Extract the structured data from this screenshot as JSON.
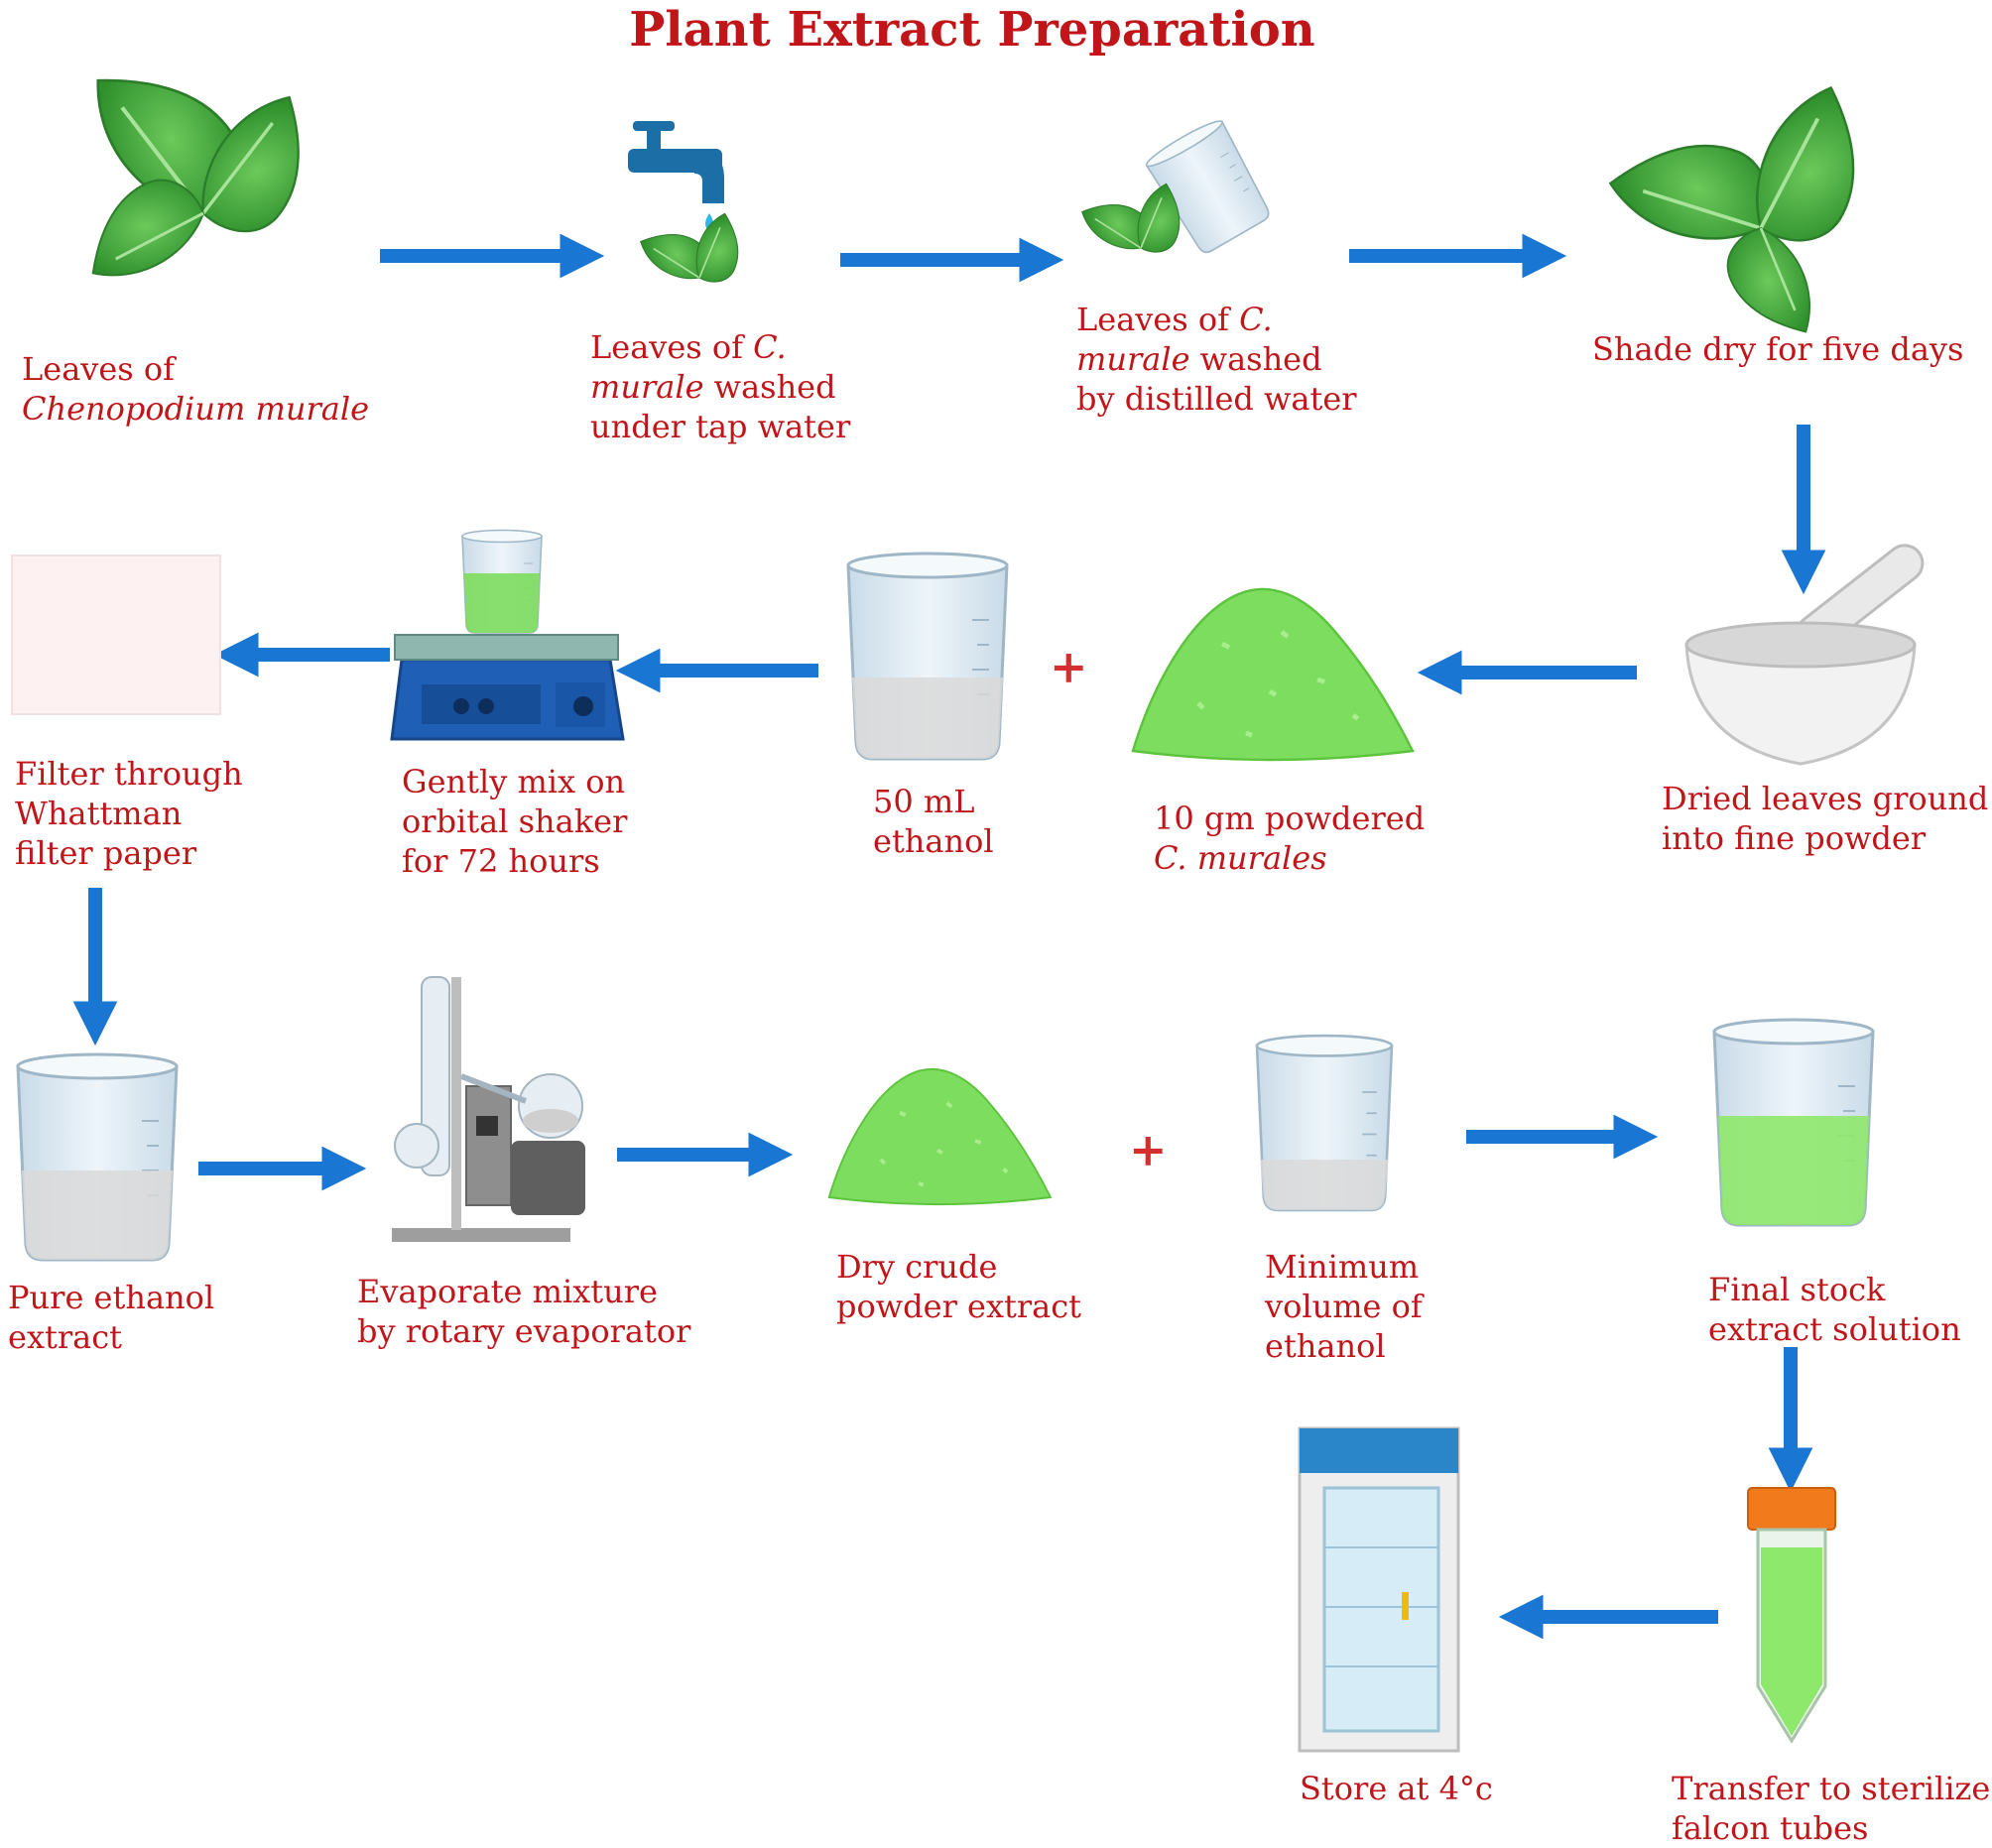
{
  "title": "Plant Extract Preparation",
  "colors": {
    "title_text": "#c0161a",
    "label_text": "#c0161a",
    "arrow": "#1976d2",
    "leaf": "#3fa63a",
    "powder": "#7ddd5e",
    "beaker_glass": "#dbe9f3",
    "ethanol_liquid": "#d9d9d9",
    "extract_liquid": "#8ee86b",
    "tube_cap": "#f07a1c",
    "fridge_top": "#2a86c8"
  },
  "steps": [
    {
      "id": "leaves",
      "icon": "leaf-icon",
      "lines": [
        "Leaves of",
        "<em>Chenopodium murale</em>"
      ]
    },
    {
      "id": "tap-wash",
      "icon": "tap-water-icon",
      "lines": [
        "Leaves of <em>C.</em>",
        "<em>murale</em> washed",
        "under tap water"
      ]
    },
    {
      "id": "distilled-wash",
      "icon": "beaker-pour-icon",
      "lines": [
        "Leaves of <em>C.</em>",
        "<em>murale</em> washed",
        "by distilled water"
      ]
    },
    {
      "id": "shade-dry",
      "icon": "dry-leaf-icon",
      "lines": [
        "Shade dry for five days"
      ]
    },
    {
      "id": "grind",
      "icon": "mortar-pestle-icon",
      "lines": [
        "Dried leaves ground",
        "into fine powder"
      ]
    },
    {
      "id": "powder-10g",
      "icon": "powder-pile-icon",
      "lines": [
        "10 gm powdered",
        "<em>C. murales</em>"
      ]
    },
    {
      "id": "ethanol-50",
      "icon": "beaker-ethanol-icon",
      "lines": [
        "50 mL",
        "ethanol"
      ]
    },
    {
      "id": "shaker",
      "icon": "orbital-shaker-icon",
      "lines": [
        "Gently mix on",
        "orbital shaker",
        "for 72 hours"
      ]
    },
    {
      "id": "filter",
      "icon": "filter-paper-icon",
      "lines": [
        "Filter through",
        "Whattman",
        "filter paper"
      ]
    },
    {
      "id": "pure-extract",
      "icon": "beaker-ethanol-icon",
      "lines": [
        "Pure ethanol",
        "extract"
      ]
    },
    {
      "id": "evaporate",
      "icon": "rotary-evaporator-icon",
      "lines": [
        "Evaporate mixture",
        "by rotary evaporator"
      ]
    },
    {
      "id": "crude-powder",
      "icon": "powder-pile-icon",
      "lines": [
        "Dry crude",
        "powder extract"
      ]
    },
    {
      "id": "min-ethanol",
      "icon": "beaker-ethanol-icon",
      "lines": [
        "Minimum",
        "volume of",
        "ethanol"
      ]
    },
    {
      "id": "final-stock",
      "icon": "beaker-green-icon",
      "lines": [
        "Final stock",
        "extract solution"
      ]
    },
    {
      "id": "falcon",
      "icon": "falcon-tube-icon",
      "lines": [
        "Transfer to sterilized",
        "falcon tubes"
      ]
    },
    {
      "id": "store",
      "icon": "refrigerator-icon",
      "lines": [
        "Store at 4°c"
      ]
    }
  ],
  "plus_signs": [
    "+",
    "+"
  ]
}
